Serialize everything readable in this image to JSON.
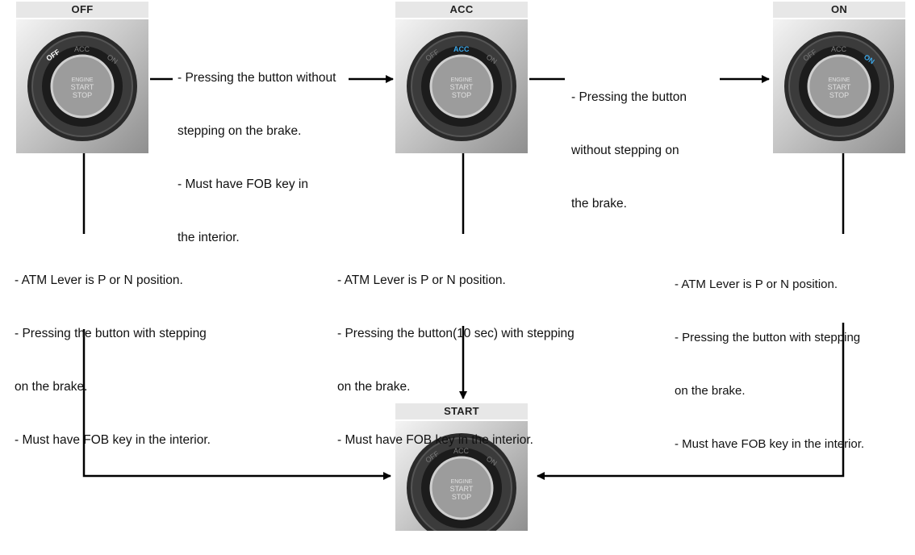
{
  "states": {
    "off": {
      "label": "OFF",
      "active_mode": "OFF"
    },
    "acc": {
      "label": "ACC",
      "active_mode": "ACC"
    },
    "on": {
      "label": "ON",
      "active_mode": "ON"
    },
    "start": {
      "label": "START",
      "active_mode": ""
    }
  },
  "button_face": {
    "line1": "ENGINE",
    "line2": "START",
    "line3": "STOP",
    "mode_off": "OFF",
    "mode_acc": "ACC",
    "mode_on": "ON"
  },
  "colors": {
    "active_mode": "#3aa6e8",
    "inactive_mode": "#7a7a7a",
    "active_off": "#ffffff",
    "arrow": "#000000"
  },
  "transitions": {
    "off_to_acc": [
      "- Pressing the button without",
      "stepping on the brake.",
      "- Must have FOB key in",
      "the interior."
    ],
    "acc_to_on": [
      "- Pressing the button",
      "without stepping on",
      "the brake."
    ],
    "off_to_start": [
      "- ATM Lever is P or N position.",
      "- Pressing the button with stepping",
      "on the brake.",
      "- Must have FOB key in the interior."
    ],
    "acc_to_start": [
      "- ATM Lever is P or N position.",
      "- Pressing the button(10 sec) with stepping",
      "on the brake.",
      "- Must have FOB key in the interior."
    ],
    "on_to_start": [
      "- ATM Lever is P or N position.",
      "- Pressing the button with stepping",
      "on the brake.",
      "- Must have FOB key in the interior."
    ]
  }
}
